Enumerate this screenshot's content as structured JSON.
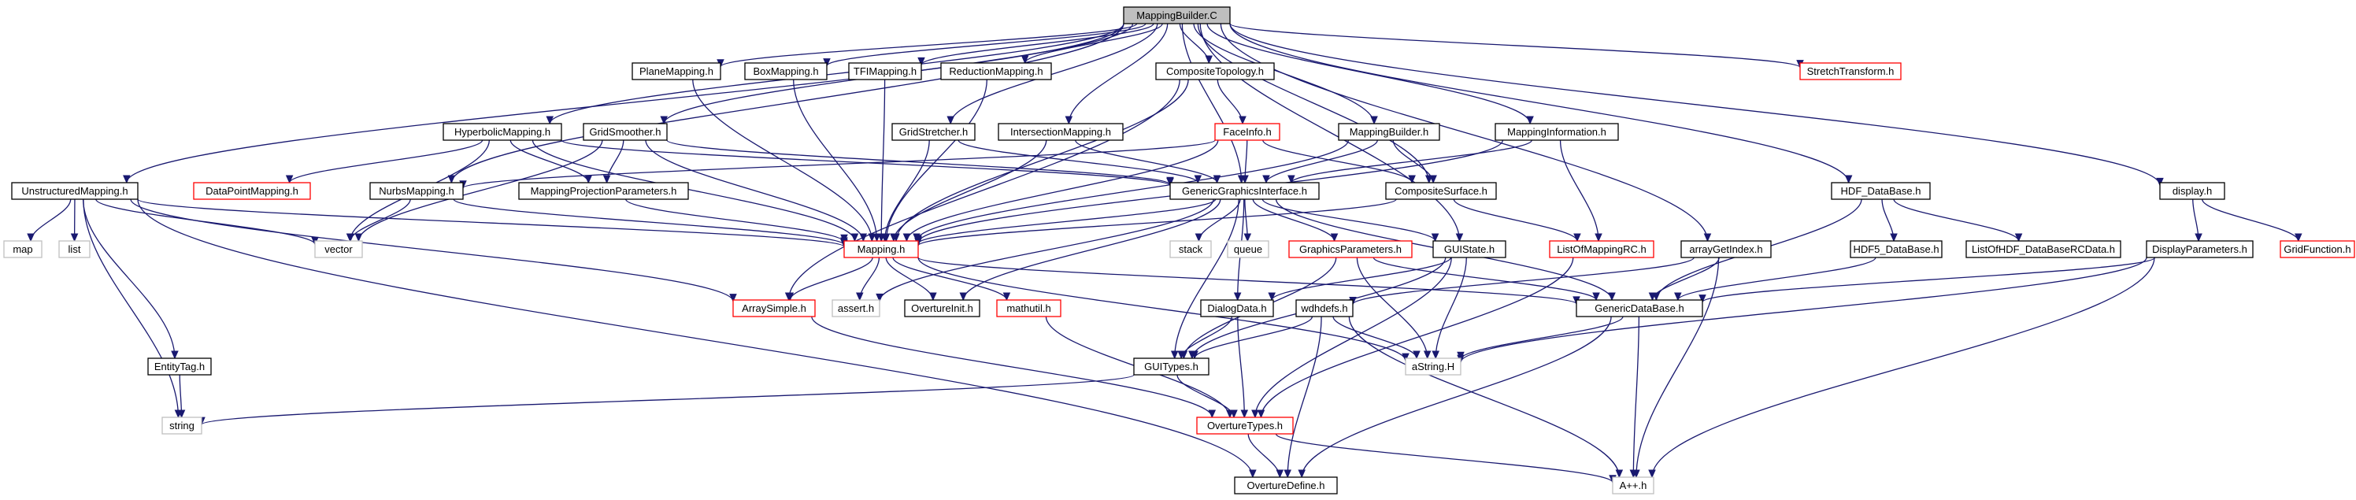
{
  "graph": {
    "nodes": [
      {
        "id": "root",
        "label": "MappingBuilder.C",
        "style": "root"
      },
      {
        "id": "plane",
        "label": "PlaneMapping.h",
        "style": "black"
      },
      {
        "id": "box",
        "label": "BoxMapping.h",
        "style": "black"
      },
      {
        "id": "tfi",
        "label": "TFIMapping.h",
        "style": "black"
      },
      {
        "id": "reduction",
        "label": "ReductionMapping.h",
        "style": "black"
      },
      {
        "id": "comptopo",
        "label": "CompositeTopology.h",
        "style": "black"
      },
      {
        "id": "stretch",
        "label": "StretchTransform.h",
        "style": "red"
      },
      {
        "id": "hyperbolic",
        "label": "HyperbolicMapping.h",
        "style": "black"
      },
      {
        "id": "gridsmoother",
        "label": "GridSmoother.h",
        "style": "black"
      },
      {
        "id": "gridstretcher",
        "label": "GridStretcher.h",
        "style": "black"
      },
      {
        "id": "intersection",
        "label": "IntersectionMapping.h",
        "style": "black"
      },
      {
        "id": "faceinfo",
        "label": "FaceInfo.h",
        "style": "red"
      },
      {
        "id": "mappingbuilder",
        "label": "MappingBuilder.h",
        "style": "black"
      },
      {
        "id": "mappinginfo",
        "label": "MappingInformation.h",
        "style": "black"
      },
      {
        "id": "unstructured",
        "label": "UnstructuredMapping.h",
        "style": "black"
      },
      {
        "id": "datapoint",
        "label": "DataPointMapping.h",
        "style": "red"
      },
      {
        "id": "nurbs",
        "label": "NurbsMapping.h",
        "style": "black"
      },
      {
        "id": "mpp",
        "label": "MappingProjectionParameters.h",
        "style": "black"
      },
      {
        "id": "ggi",
        "label": "GenericGraphicsInterface.h",
        "style": "black"
      },
      {
        "id": "compsurface",
        "label": "CompositeSurface.h",
        "style": "black"
      },
      {
        "id": "hdf",
        "label": "HDF_DataBase.h",
        "style": "black"
      },
      {
        "id": "display",
        "label": "display.h",
        "style": "black"
      },
      {
        "id": "map",
        "label": "map",
        "style": "gray"
      },
      {
        "id": "list",
        "label": "list",
        "style": "gray"
      },
      {
        "id": "vector",
        "label": "vector",
        "style": "gray"
      },
      {
        "id": "mapping",
        "label": "Mapping.h",
        "style": "red"
      },
      {
        "id": "stack",
        "label": "stack",
        "style": "gray"
      },
      {
        "id": "queue",
        "label": "queue",
        "style": "gray"
      },
      {
        "id": "graphicsparams",
        "label": "GraphicsParameters.h",
        "style": "red"
      },
      {
        "id": "guistate",
        "label": "GUIState.h",
        "style": "black"
      },
      {
        "id": "listofmappingrc",
        "label": "ListOfMappingRC.h",
        "style": "red"
      },
      {
        "id": "arraygetindex",
        "label": "arrayGetIndex.h",
        "style": "black"
      },
      {
        "id": "hdf5",
        "label": "HDF5_DataBase.h",
        "style": "black"
      },
      {
        "id": "listofhdf",
        "label": "ListOfHDF_DataBaseRCData.h",
        "style": "black"
      },
      {
        "id": "displayparams",
        "label": "DisplayParameters.h",
        "style": "black"
      },
      {
        "id": "gridfunction",
        "label": "GridFunction.h",
        "style": "red"
      },
      {
        "id": "arraysimple",
        "label": "ArraySimple.h",
        "style": "red"
      },
      {
        "id": "asserth",
        "label": "assert.h",
        "style": "gray"
      },
      {
        "id": "overtureinit",
        "label": "OvertureInit.h",
        "style": "black"
      },
      {
        "id": "mathutil",
        "label": "mathutil.h",
        "style": "red"
      },
      {
        "id": "dialogdata",
        "label": "DialogData.h",
        "style": "black"
      },
      {
        "id": "wdhdefs",
        "label": "wdhdefs.h",
        "style": "black"
      },
      {
        "id": "gdb",
        "label": "GenericDataBase.h",
        "style": "black"
      },
      {
        "id": "entitytag",
        "label": "EntityTag.h",
        "style": "black"
      },
      {
        "id": "guitypes",
        "label": "GUITypes.h",
        "style": "black"
      },
      {
        "id": "astring",
        "label": "aString.H",
        "style": "gray"
      },
      {
        "id": "string",
        "label": "string",
        "style": "gray"
      },
      {
        "id": "overturetypes",
        "label": "OvertureTypes.h",
        "style": "red"
      },
      {
        "id": "overturedefine",
        "label": "OvertureDefine.h",
        "style": "black"
      },
      {
        "id": "appp",
        "label": "A++.h",
        "style": "gray"
      }
    ],
    "edges": [
      [
        "root",
        "plane"
      ],
      [
        "root",
        "box"
      ],
      [
        "root",
        "tfi"
      ],
      [
        "root",
        "reduction"
      ],
      [
        "root",
        "comptopo"
      ],
      [
        "root",
        "stretch"
      ],
      [
        "root",
        "hyperbolic"
      ],
      [
        "root",
        "gridsmoother"
      ],
      [
        "root",
        "gridstretcher"
      ],
      [
        "root",
        "intersection"
      ],
      [
        "root",
        "mappingbuilder"
      ],
      [
        "root",
        "mappinginfo"
      ],
      [
        "root",
        "unstructured"
      ],
      [
        "root",
        "nurbs"
      ],
      [
        "root",
        "ggi"
      ],
      [
        "root",
        "compsurface"
      ],
      [
        "root",
        "hdf"
      ],
      [
        "root",
        "display"
      ],
      [
        "root",
        "guistate"
      ],
      [
        "root",
        "arraygetindex"
      ],
      [
        "plane",
        "mapping"
      ],
      [
        "box",
        "mapping"
      ],
      [
        "tfi",
        "mapping"
      ],
      [
        "reduction",
        "mapping"
      ],
      [
        "comptopo",
        "faceinfo"
      ],
      [
        "comptopo",
        "mapping"
      ],
      [
        "comptopo",
        "arraysimple"
      ],
      [
        "hyperbolic",
        "datapoint"
      ],
      [
        "hyperbolic",
        "mpp"
      ],
      [
        "hyperbolic",
        "ggi"
      ],
      [
        "hyperbolic",
        "vector"
      ],
      [
        "hyperbolic",
        "mapping"
      ],
      [
        "gridsmoother",
        "mpp"
      ],
      [
        "gridsmoother",
        "ggi"
      ],
      [
        "gridsmoother",
        "vector"
      ],
      [
        "gridsmoother",
        "mapping"
      ],
      [
        "gridstretcher",
        "ggi"
      ],
      [
        "gridstretcher",
        "mapping"
      ],
      [
        "intersection",
        "ggi"
      ],
      [
        "intersection",
        "mapping"
      ],
      [
        "faceinfo",
        "nurbs"
      ],
      [
        "faceinfo",
        "ggi"
      ],
      [
        "faceinfo",
        "compsurface"
      ],
      [
        "faceinfo",
        "mapping"
      ],
      [
        "mappingbuilder",
        "ggi"
      ],
      [
        "mappingbuilder",
        "compsurface"
      ],
      [
        "mappingbuilder",
        "mapping"
      ],
      [
        "mappinginfo",
        "ggi"
      ],
      [
        "mappinginfo",
        "listofmappingrc"
      ],
      [
        "mappinginfo",
        "mapping"
      ],
      [
        "unstructured",
        "map"
      ],
      [
        "unstructured",
        "list"
      ],
      [
        "unstructured",
        "vector"
      ],
      [
        "unstructured",
        "string"
      ],
      [
        "unstructured",
        "entitytag"
      ],
      [
        "unstructured",
        "mapping"
      ],
      [
        "unstructured",
        "arraysimple"
      ],
      [
        "unstructured",
        "overturedefine"
      ],
      [
        "nurbs",
        "vector"
      ],
      [
        "nurbs",
        "mapping"
      ],
      [
        "mpp",
        "mapping"
      ],
      [
        "ggi",
        "mapping"
      ],
      [
        "ggi",
        "stack"
      ],
      [
        "ggi",
        "queue"
      ],
      [
        "ggi",
        "graphicsparams"
      ],
      [
        "ggi",
        "guistate"
      ],
      [
        "ggi",
        "gdb"
      ],
      [
        "ggi",
        "guitypes"
      ],
      [
        "ggi",
        "dialogdata"
      ],
      [
        "ggi",
        "overtureinit"
      ],
      [
        "ggi",
        "asserth"
      ],
      [
        "compsurface",
        "mapping"
      ],
      [
        "compsurface",
        "listofmappingrc"
      ],
      [
        "mapping",
        "arraysimple"
      ],
      [
        "mapping",
        "asserth"
      ],
      [
        "mapping",
        "overtureinit"
      ],
      [
        "mapping",
        "mathutil"
      ],
      [
        "mapping",
        "gdb"
      ],
      [
        "mapping",
        "astring"
      ],
      [
        "graphicsparams",
        "gdb"
      ],
      [
        "graphicsparams",
        "astring"
      ],
      [
        "graphicsparams",
        "guitypes"
      ],
      [
        "guistate",
        "dialogdata"
      ],
      [
        "guistate",
        "astring"
      ],
      [
        "guistate",
        "overturetypes"
      ],
      [
        "guistate",
        "guitypes"
      ],
      [
        "listofmappingrc",
        "overturetypes"
      ],
      [
        "arraygetindex",
        "gdb"
      ],
      [
        "arraygetindex",
        "appp"
      ],
      [
        "arraygetindex",
        "wdhdefs"
      ],
      [
        "hdf",
        "hdf5"
      ],
      [
        "hdf",
        "listofhdf"
      ],
      [
        "hdf",
        "gdb"
      ],
      [
        "hdf5",
        "gdb"
      ],
      [
        "display",
        "displayparams"
      ],
      [
        "display",
        "gridfunction"
      ],
      [
        "displayparams",
        "gdb"
      ],
      [
        "displayparams",
        "appp"
      ],
      [
        "displayparams",
        "astring"
      ],
      [
        "arraysimple",
        "overturetypes"
      ],
      [
        "mathutil",
        "overturetypes"
      ],
      [
        "dialogdata",
        "guitypes"
      ],
      [
        "dialogdata",
        "overturetypes"
      ],
      [
        "wdhdefs",
        "guitypes"
      ],
      [
        "wdhdefs",
        "astring"
      ],
      [
        "wdhdefs",
        "overturedefine"
      ],
      [
        "wdhdefs",
        "appp"
      ],
      [
        "gdb",
        "astring"
      ],
      [
        "gdb",
        "appp"
      ],
      [
        "gdb",
        "overturedefine"
      ],
      [
        "entitytag",
        "string"
      ],
      [
        "guitypes",
        "string"
      ],
      [
        "guitypes",
        "overturetypes"
      ],
      [
        "overturetypes",
        "overturedefine"
      ],
      [
        "overturetypes",
        "appp"
      ]
    ]
  },
  "colors": {
    "edge": "#191970",
    "black_border": "#000000",
    "red_border": "#ff0000",
    "gray_border": "#bfbfbf",
    "root_fill": "#bfbfbf",
    "node_fill": "#ffffff",
    "text": "#000000"
  }
}
